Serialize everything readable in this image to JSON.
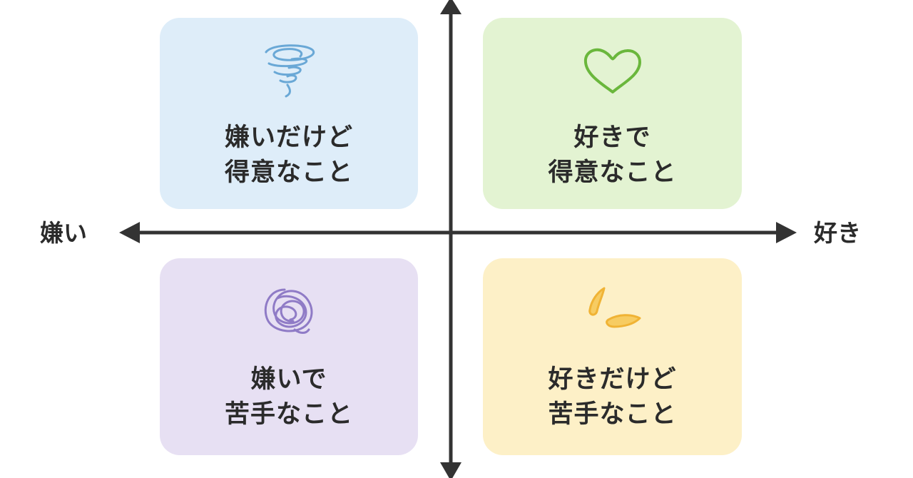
{
  "axes": {
    "left_label": "嫌い",
    "right_label": "好き"
  },
  "quadrants": {
    "top_left": {
      "line1": "嫌いだけど",
      "line2": "得意なこと",
      "icon": "tornado-icon"
    },
    "top_right": {
      "line1": "好きで",
      "line2": "得意なこと",
      "icon": "heart-icon"
    },
    "bottom_left": {
      "line1": "嫌いで",
      "line2": "苦手なこと",
      "icon": "scribble-icon"
    },
    "bottom_right": {
      "line1": "好きだけど",
      "line2": "苦手なこと",
      "icon": "sweat-drops-icon"
    }
  },
  "colors": {
    "axis": "#333333",
    "top_left_bg": "#deedf9",
    "top_right_bg": "#e3f3d2",
    "bottom_left_bg": "#e7e0f3",
    "bottom_right_bg": "#fdf0c7",
    "tornado": "#6aa8d6",
    "heart": "#6ab73c",
    "scribble": "#8f7bc6",
    "drops": "#f0b335"
  }
}
